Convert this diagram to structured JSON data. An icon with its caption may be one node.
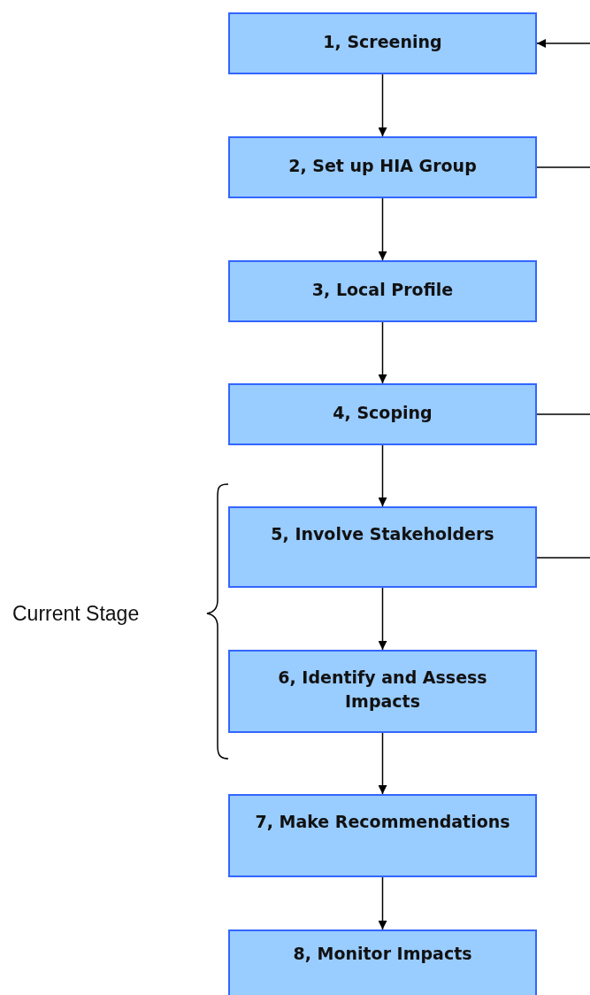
{
  "diagram": {
    "nodes": [
      {
        "text": [
          "1, Screening"
        ]
      },
      {
        "text": [
          "2, Set up HIA Group"
        ]
      },
      {
        "text": [
          "3, Local Profile"
        ]
      },
      {
        "text": [
          "4, Scoping"
        ]
      },
      {
        "text": [
          "5, Involve Stakeholders"
        ]
      },
      {
        "text": [
          "6, Identify and Assess Impacts"
        ]
      },
      {
        "text": [
          "7, Make Recommendations"
        ]
      },
      {
        "text": [
          "8, Monitor Impacts"
        ]
      }
    ],
    "edges": [
      {
        "from": 0,
        "to": 1,
        "arrow": "to"
      },
      {
        "from": 1,
        "to": 2,
        "arrow": "to"
      },
      {
        "from": 2,
        "to": 3,
        "arrow": "to"
      },
      {
        "from": 3,
        "to": 4,
        "arrow": "to"
      },
      {
        "from": 4,
        "to": 5,
        "arrow": "to"
      },
      {
        "from": 5,
        "to": 6,
        "arrow": "to"
      },
      {
        "from": 6,
        "to": 7,
        "arrow": "to"
      },
      {
        "from": null,
        "to": 0,
        "arrow": "to"
      },
      {
        "from": 1,
        "to": null,
        "arrow": "none"
      },
      {
        "from": 3,
        "to": null,
        "arrow": "none"
      },
      {
        "from": 4,
        "to": null,
        "arrow": "none"
      }
    ],
    "labels": [
      "Current Stage"
    ]
  }
}
